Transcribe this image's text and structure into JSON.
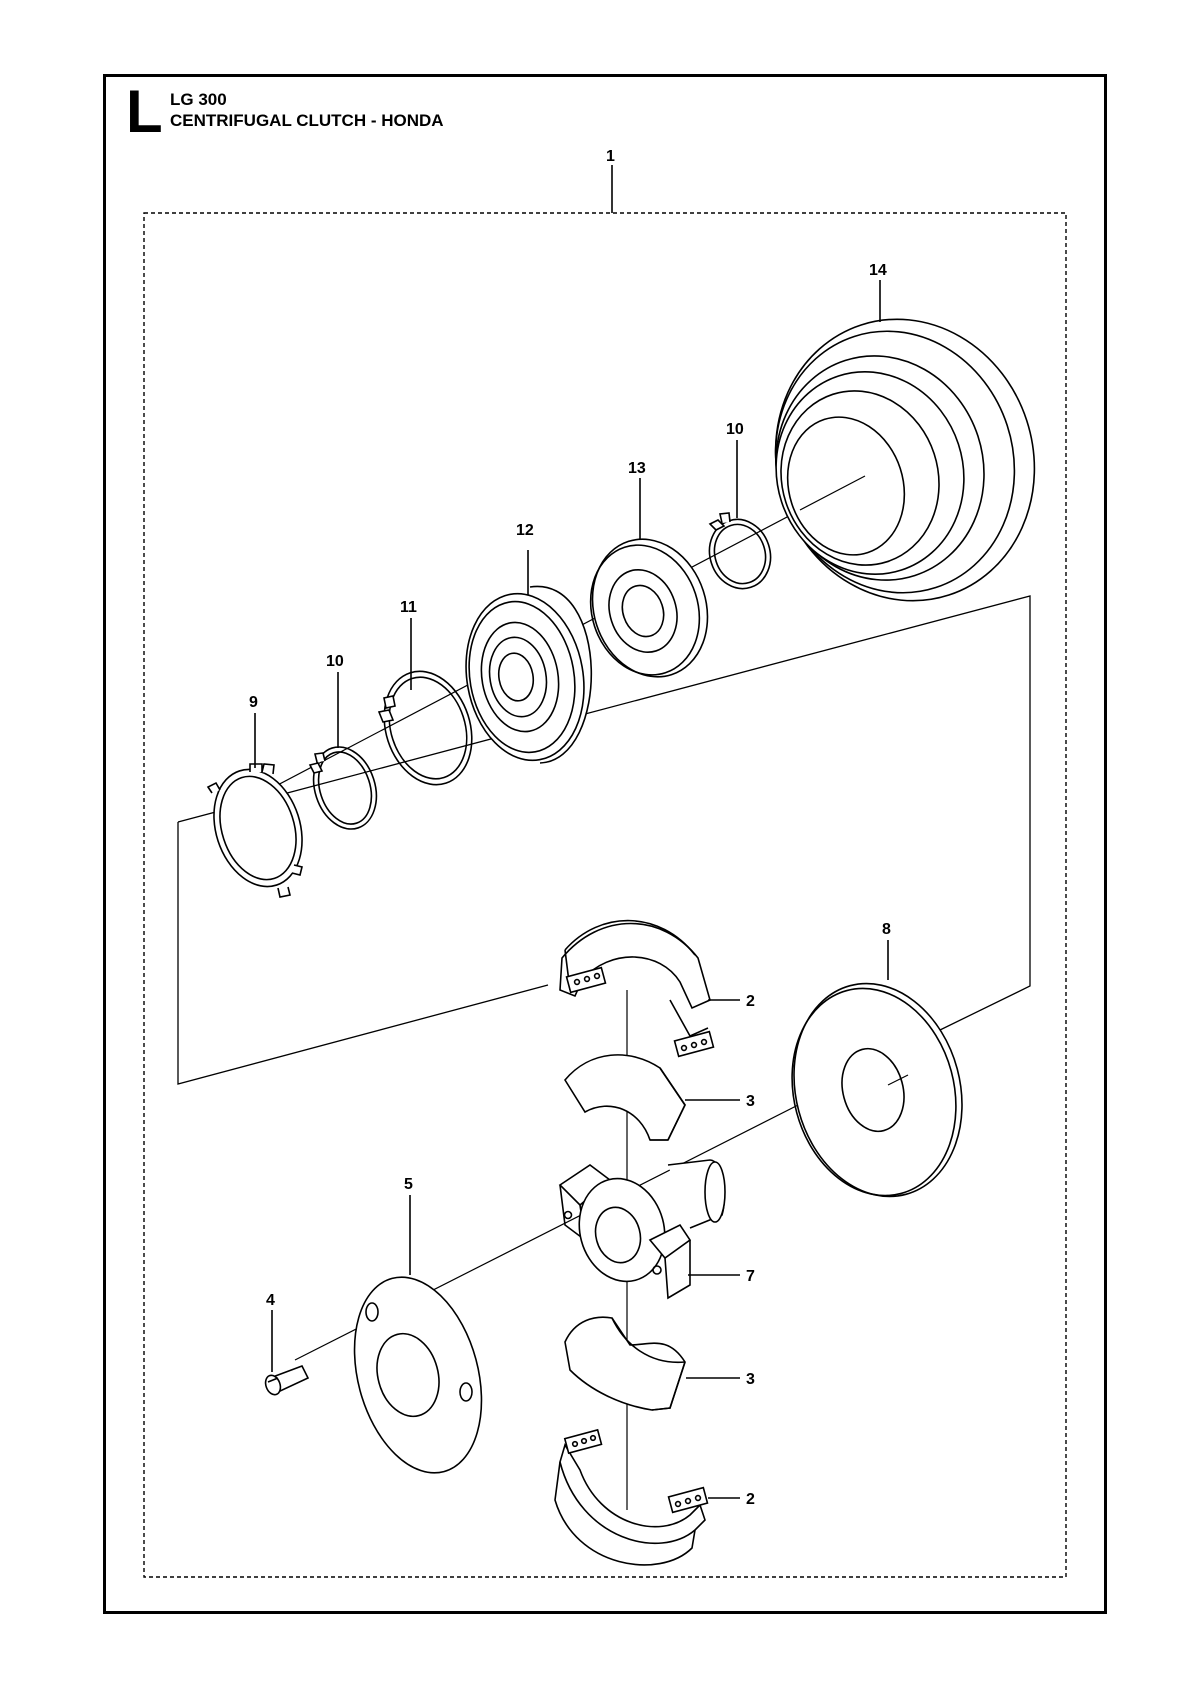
{
  "header": {
    "section_letter": "L",
    "model": "LG 300",
    "title": "CENTRIFUGAL CLUTCH - HONDA"
  },
  "callouts": {
    "c1": "1",
    "c2a": "2",
    "c2b": "2",
    "c3a": "3",
    "c3b": "3",
    "c4": "4",
    "c5": "5",
    "c7": "7",
    "c8": "8",
    "c9": "9",
    "c10a": "10",
    "c10b": "10",
    "c11": "11",
    "c12": "12",
    "c13": "13",
    "c14": "14"
  },
  "colors": {
    "line": "#000000",
    "background": "#ffffff"
  }
}
